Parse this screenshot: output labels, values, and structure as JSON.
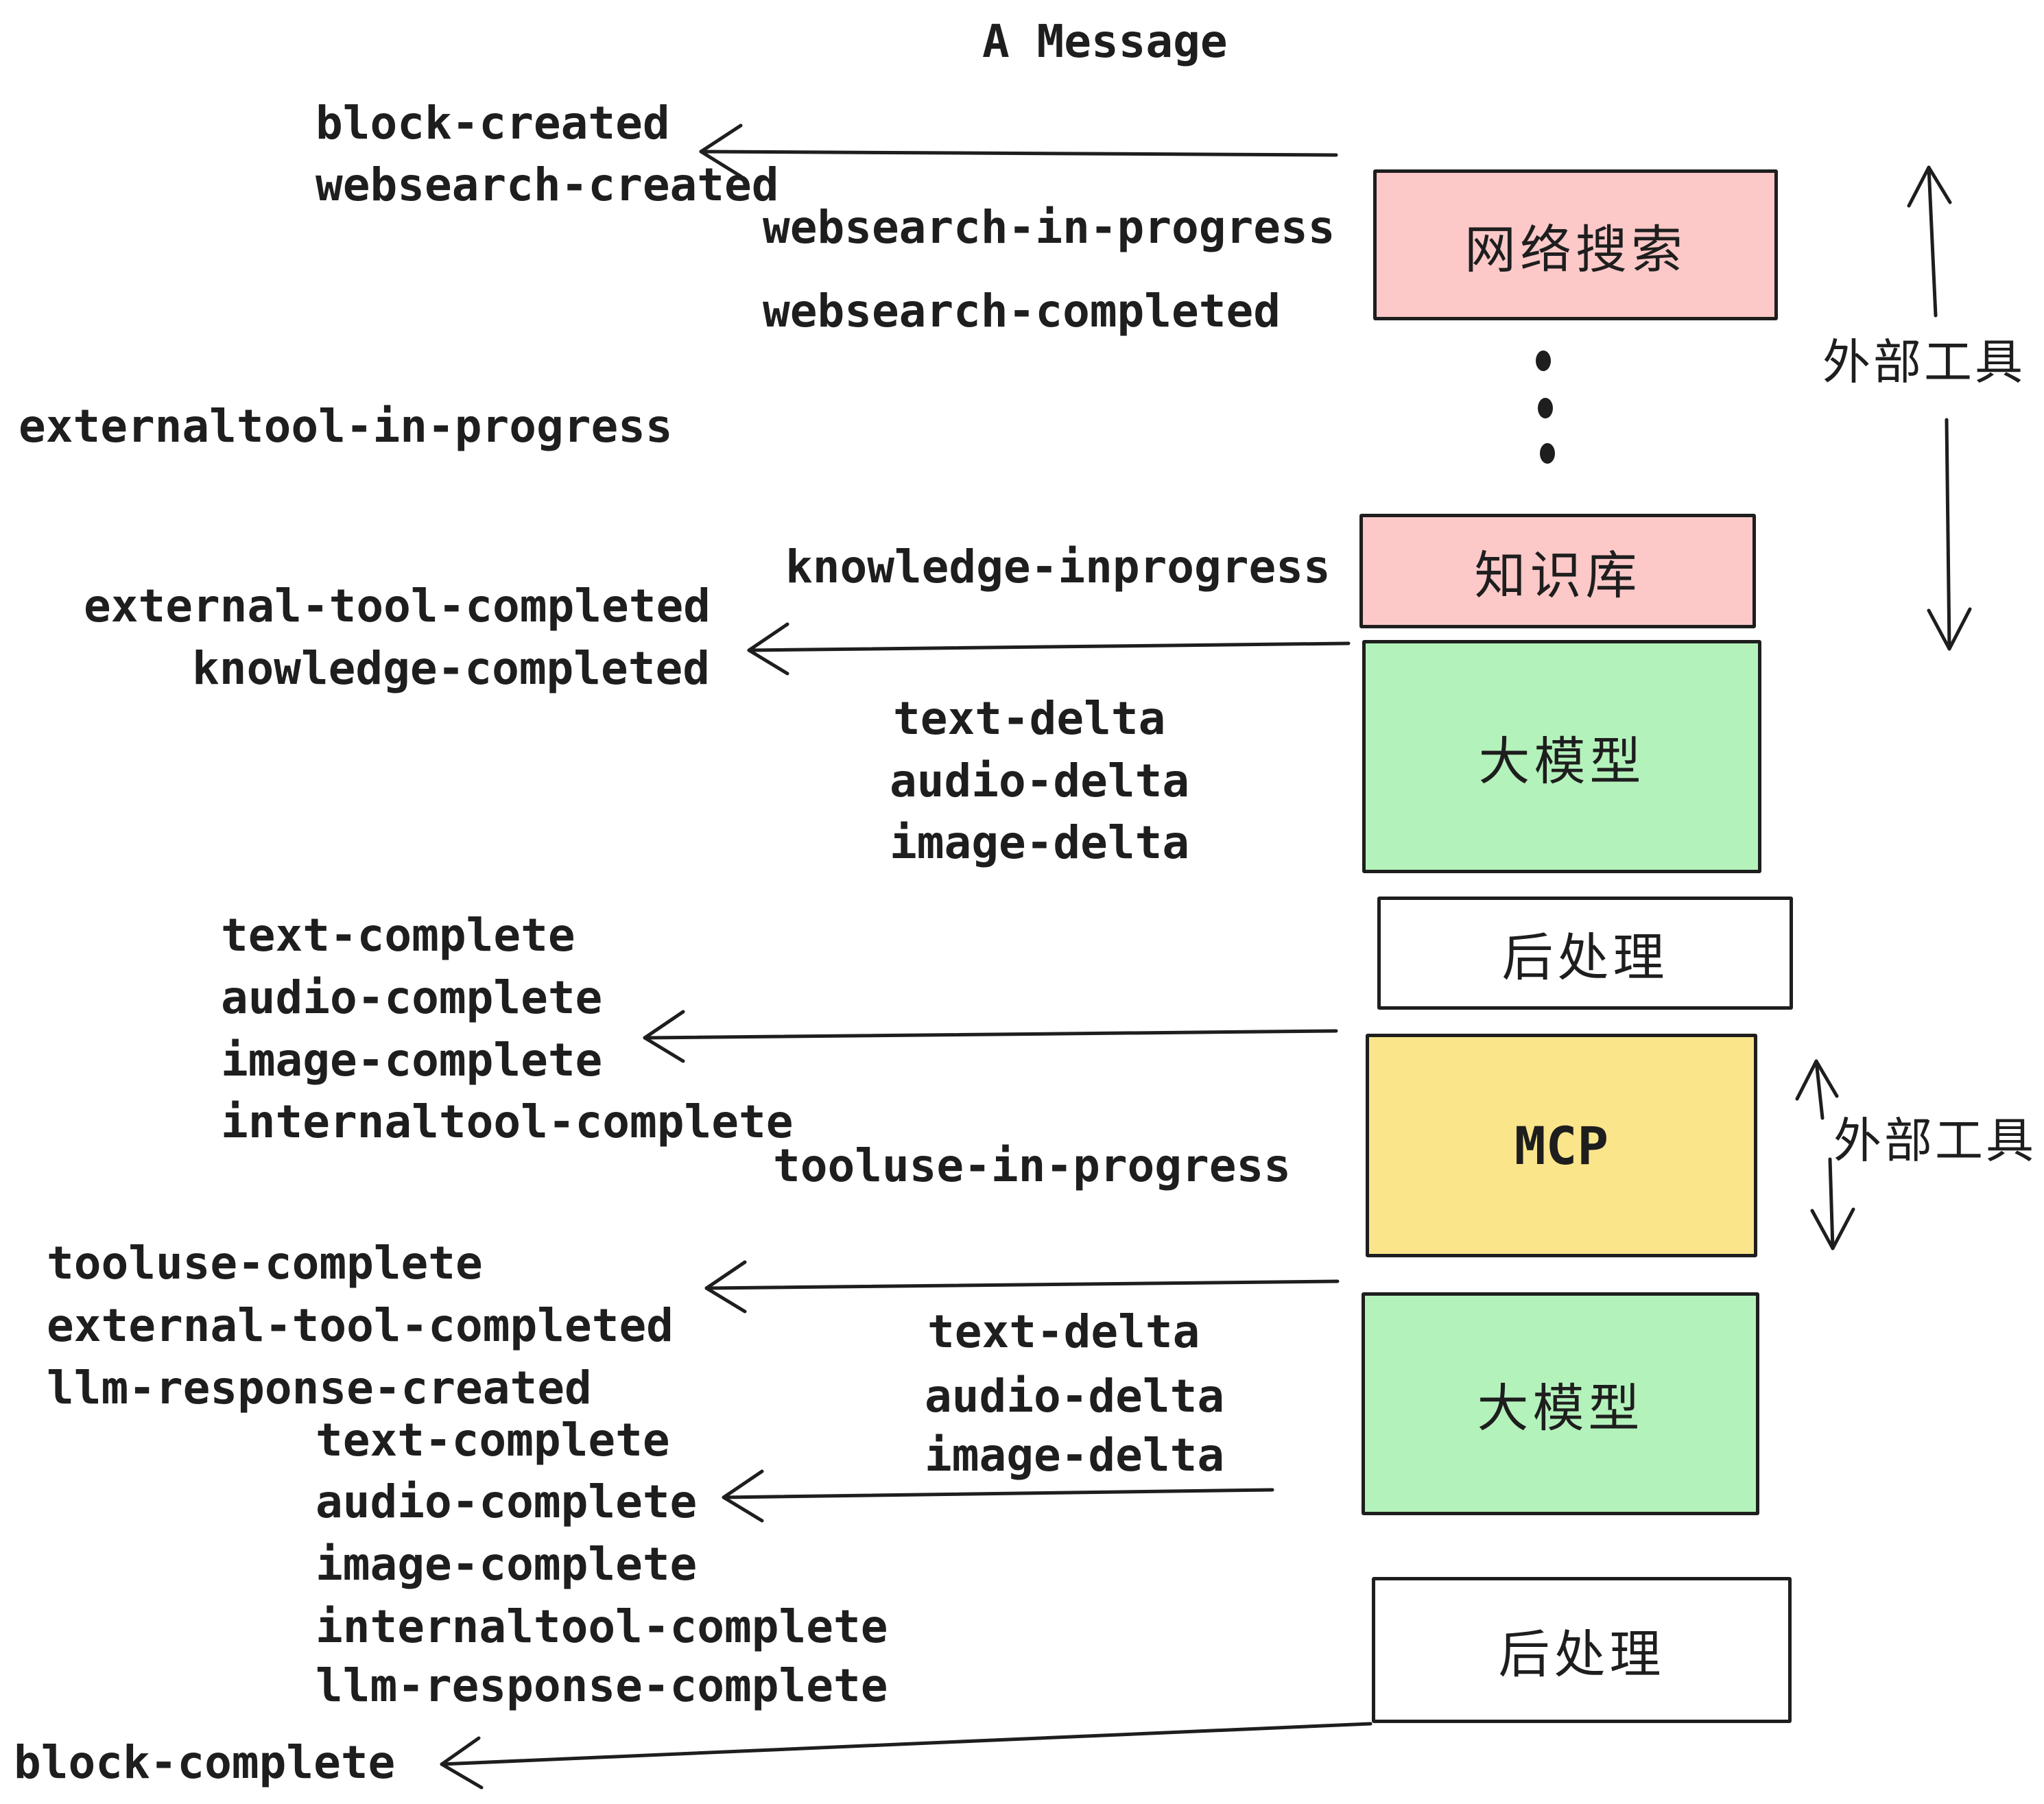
{
  "title": "A Message",
  "colors": {
    "ink": "#1e1e1e",
    "pink": "#fcc8c8",
    "green": "#b4f2bb",
    "yellow": "#fae58b",
    "white": "#ffffff"
  },
  "boxes": [
    {
      "id": "web-search",
      "label": "网络搜索",
      "fill": "#fcc8c8"
    },
    {
      "id": "knowledge-base",
      "label": "知识库",
      "fill": "#fcc8c8"
    },
    {
      "id": "llm-top",
      "label": "大模型",
      "fill": "#b4f2bb"
    },
    {
      "id": "post-process-top",
      "label": "后处理",
      "fill": "#ffffff"
    },
    {
      "id": "mcp",
      "label": "MCP",
      "fill": "#fae58b"
    },
    {
      "id": "llm-bottom",
      "label": "大模型",
      "fill": "#b4f2bb"
    },
    {
      "id": "post-process-bottom",
      "label": "后处理",
      "fill": "#ffffff"
    }
  ],
  "side_annotations": [
    {
      "label": "外部工具"
    },
    {
      "label": "外部工具"
    }
  ],
  "events": {
    "block_created": "block-created",
    "websearch_created": "websearch-created",
    "websearch_in_progress": "websearch-in-progress",
    "websearch_completed": "websearch-completed",
    "externaltool_in_progress": "externaltool-in-progress",
    "knowledge_inprogress": "knowledge-inprogress",
    "external_tool_completed": "external-tool-completed",
    "knowledge_completed": "knowledge-completed",
    "text_delta": "text-delta",
    "audio_delta": "audio-delta",
    "image_delta": "image-delta",
    "text_complete": "text-complete",
    "audio_complete": "audio-complete",
    "image_complete": "image-complete",
    "internaltool_complete": "internaltool-complete",
    "tooluse_in_progress": "tooluse-in-progress",
    "tooluse_complete": "tooluse-complete",
    "llm_response_created": "llm-response-created",
    "llm_response_complete": "llm-response-complete",
    "block_complete": "block-complete"
  }
}
